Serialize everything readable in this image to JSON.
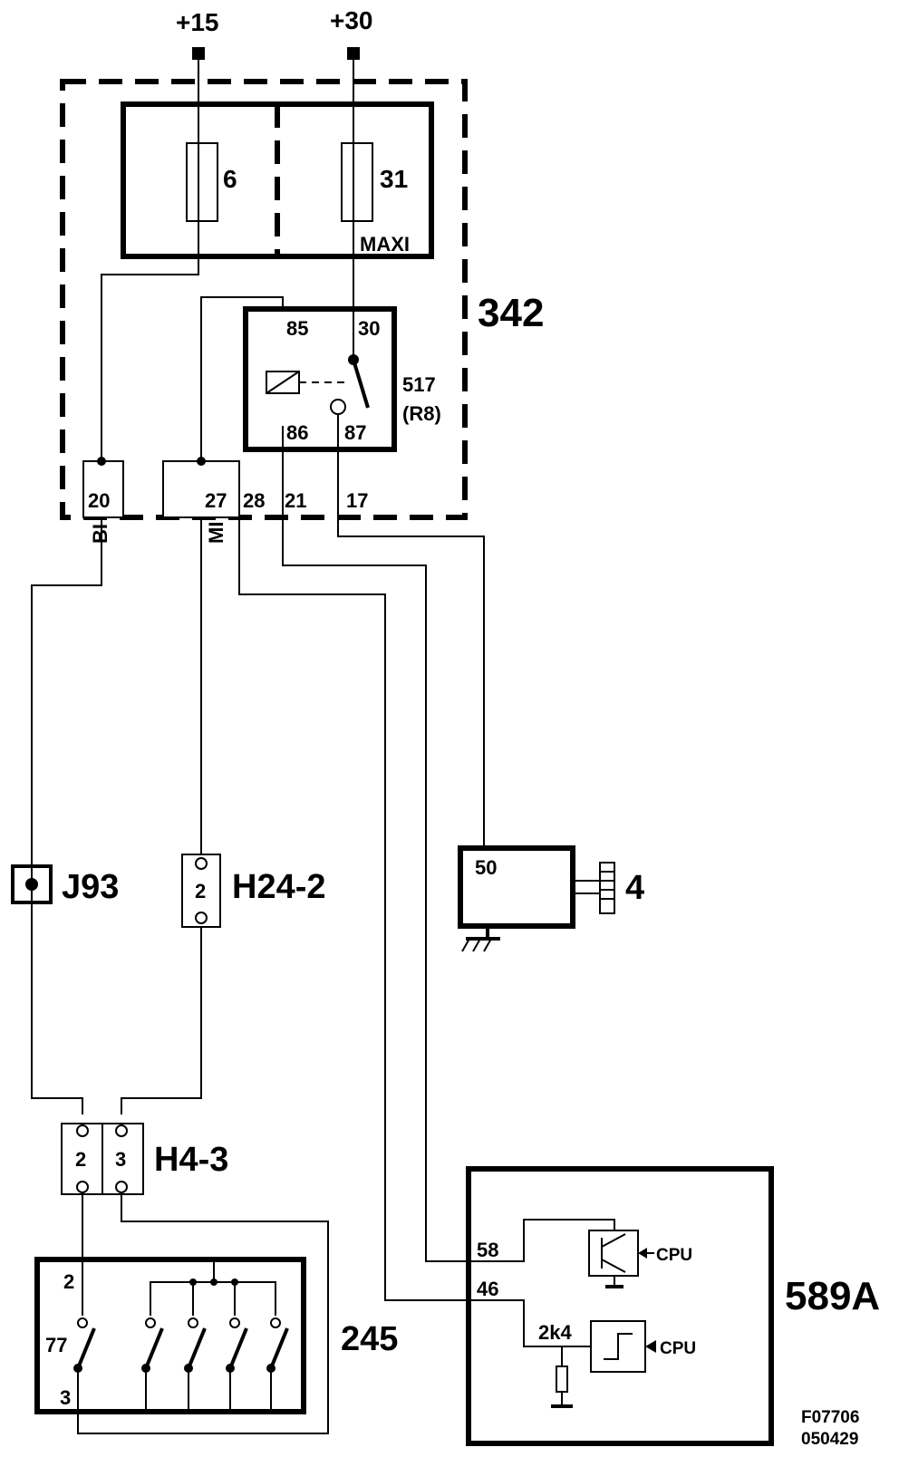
{
  "supplies": {
    "plus15": "+15",
    "plus30": "+30"
  },
  "fusebox": {
    "id": "342",
    "fuse_a": "6",
    "fuse_b": "31",
    "fuse_b_type": "MAXI",
    "pins": [
      "20",
      "27",
      "28",
      "21",
      "17"
    ],
    "pin_colors": [
      "BI",
      "MI"
    ]
  },
  "relay": {
    "id": "517",
    "ref": "(R8)",
    "pins": {
      "p85": "85",
      "p30": "30",
      "p86": "86",
      "p87": "87"
    }
  },
  "connectors": {
    "j93": "J93",
    "h24": {
      "id": "H24-2",
      "pin": "2"
    },
    "h43": {
      "id": "H4-3",
      "pin_a": "2",
      "pin_b": "3"
    }
  },
  "starter": {
    "id": "4",
    "pin": "50"
  },
  "switch_block": {
    "id": "245",
    "pin_top": "2",
    "pin_77": "77",
    "pin_bottom": "3"
  },
  "ecu": {
    "id": "589A",
    "pin_58": "58",
    "pin_46": "46",
    "resistor": "2k4",
    "cpu_a": "CPU",
    "cpu_b": "CPU"
  },
  "drawing_ref": {
    "line1": "F07706",
    "line2": "050429"
  }
}
